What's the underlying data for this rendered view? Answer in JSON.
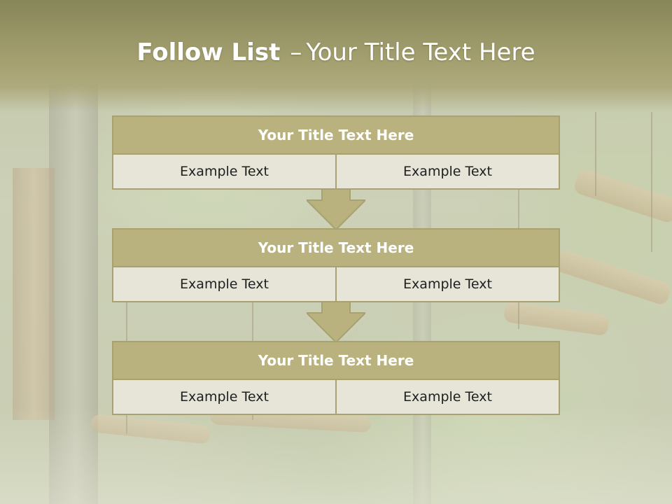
{
  "slide": {
    "title_bold": "Follow List",
    "title_dash": "–",
    "title_rest": "Your Title Text Here"
  },
  "stages": [
    {
      "title": "Your Title Text Here",
      "left": "Example Text",
      "right": "Example Text"
    },
    {
      "title": "Your Title Text Here",
      "left": "Example Text",
      "right": "Example Text"
    },
    {
      "title": "Your Title Text Here",
      "left": "Example Text",
      "right": "Example Text"
    }
  ],
  "colors": {
    "header_band": "#9a9666",
    "box_title_fill": "#b9b27e",
    "box_cell_fill": "#e6e5d8",
    "border": "#a8a170",
    "arrow_fill": "#b9b27e"
  }
}
